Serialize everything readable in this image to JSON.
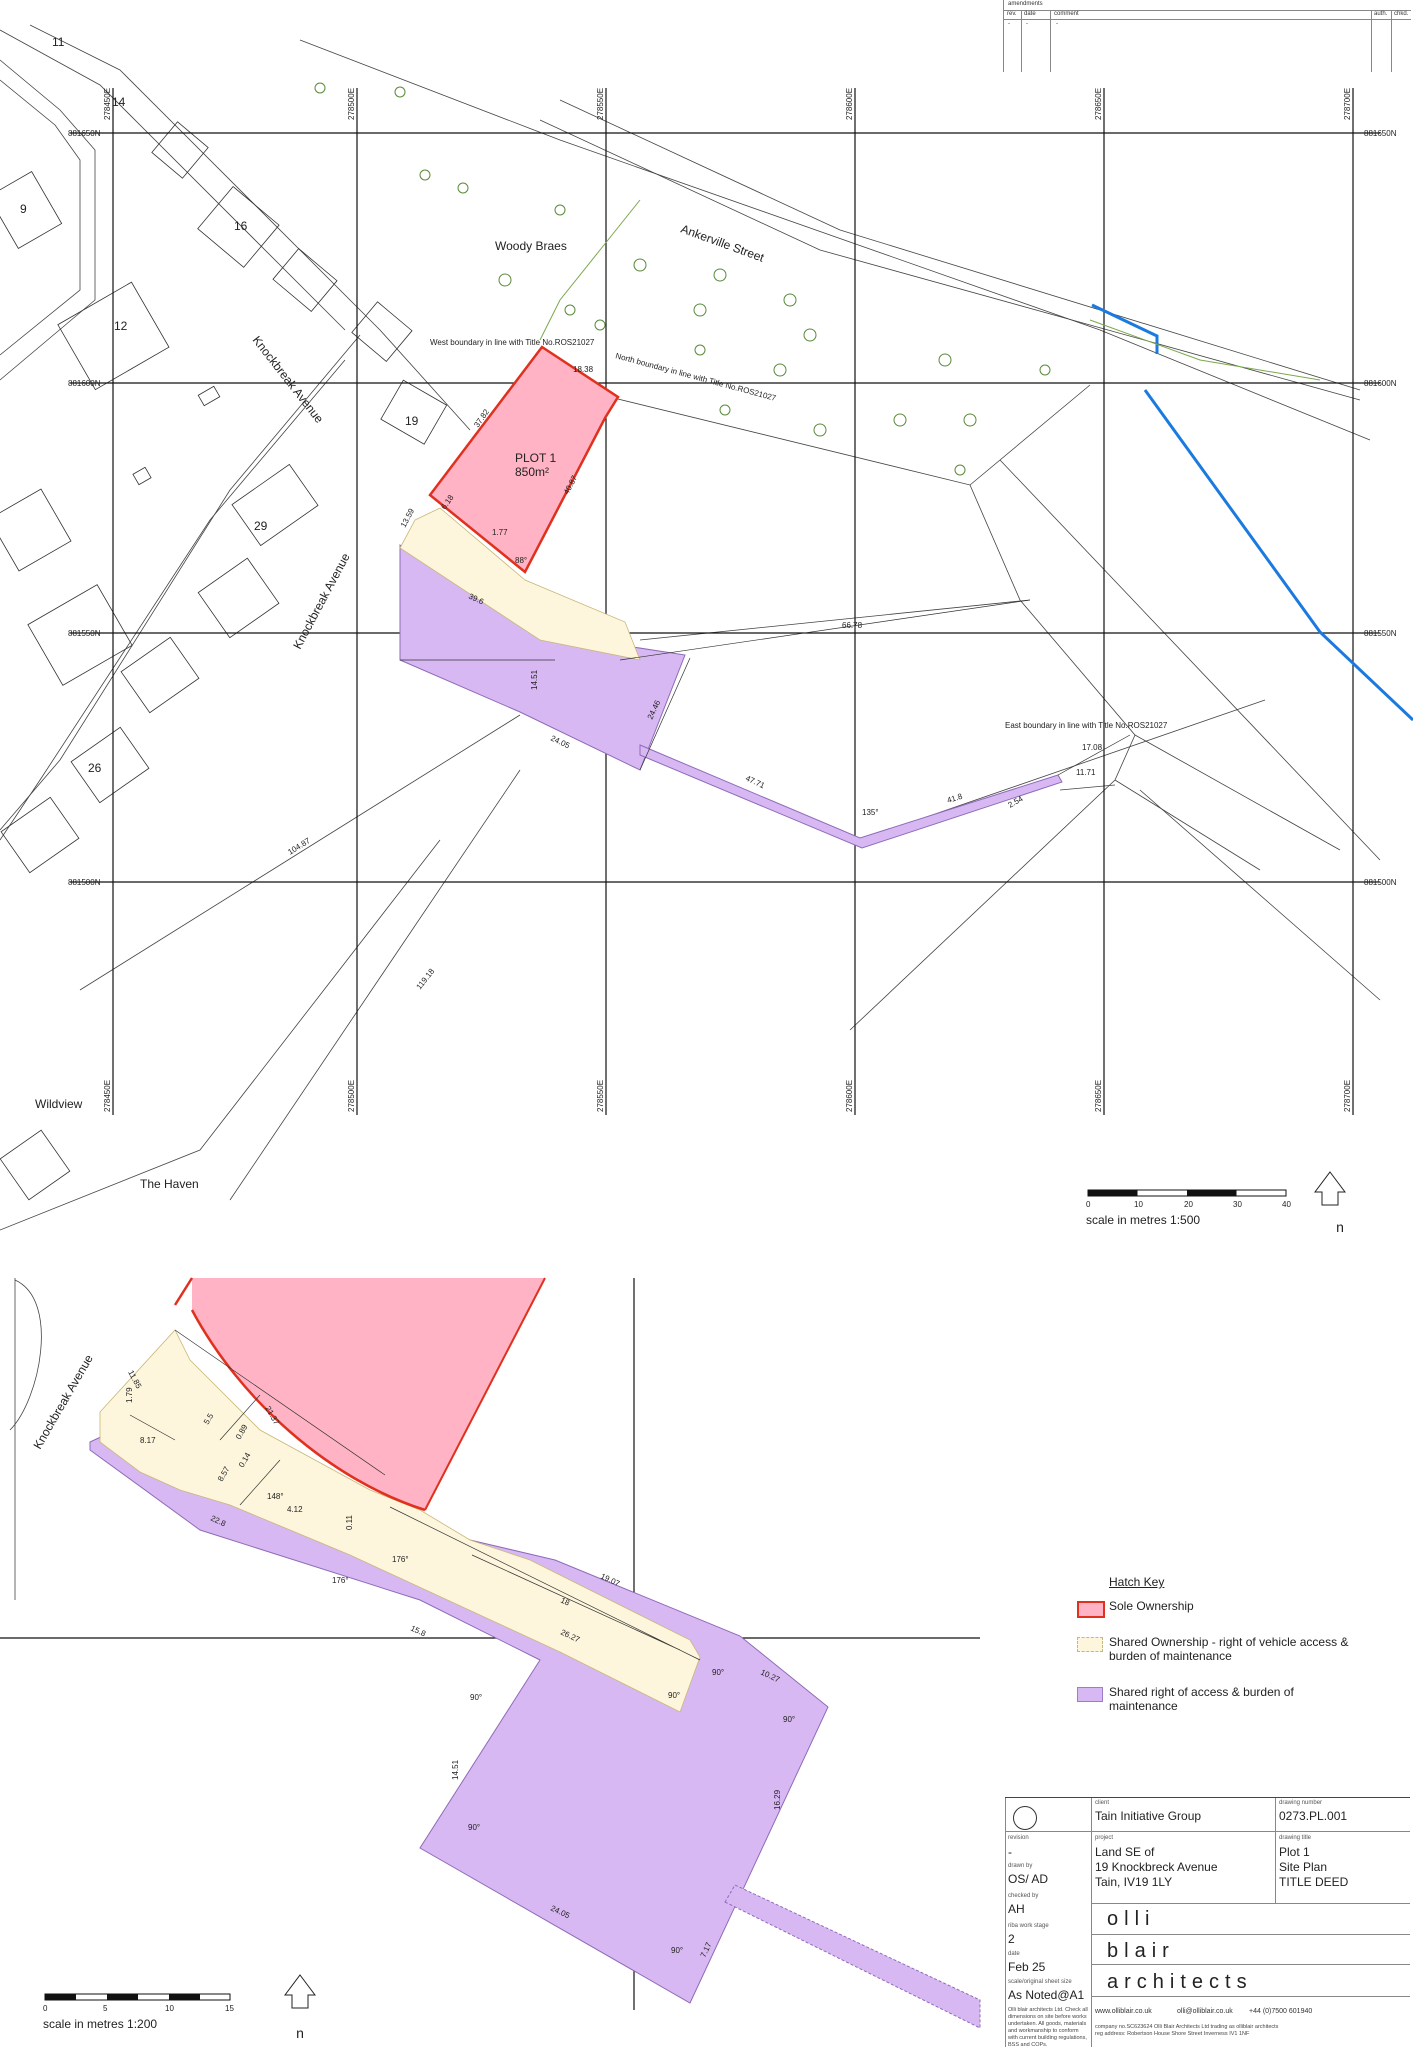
{
  "revision_table": {
    "title": "amendments",
    "cols": [
      "rev.",
      "date",
      "comment",
      "auth.",
      "chkd."
    ],
    "row": [
      "-",
      "-",
      "-"
    ]
  },
  "grid": {
    "eastings": [
      "278450E",
      "278500E",
      "278550E",
      "278600E",
      "278650E",
      "278700E"
    ],
    "northings": [
      "881650N",
      "881600N",
      "881550N",
      "881500N"
    ]
  },
  "map_labels": {
    "plots": [
      "11",
      "14",
      "9",
      "16",
      "12",
      "19",
      "29",
      "26"
    ],
    "woody_braes": "Woody Braes",
    "ankerville_street": "Ankerville Street",
    "knockbreck_avenue": "Knockbreak Avenue",
    "wildview": "Wildview",
    "the_haven": "The Haven",
    "plot_name": "PLOT 1",
    "plot_area": "850m²",
    "west_boundary": "West boundary in line with Title No.ROS21027",
    "north_boundary": "North boundary in line with Title No.ROS21027",
    "east_boundary": "East boundary in line with Title No.ROS21027"
  },
  "dimensions_top": [
    "18.38",
    "37.82",
    "40.87",
    "13.59",
    "39.6",
    "14.51",
    "24.46",
    "24.05",
    "47.71",
    "41.8",
    "66.78",
    "17.08",
    "11.71",
    "2.54",
    "104.87",
    "119.18",
    "135°",
    "88°",
    "6.18",
    "1.77"
  ],
  "scale_top": {
    "label": "scale in metres   1:500",
    "ticks": [
      "0",
      "10",
      "20",
      "30",
      "40"
    ]
  },
  "scale_bottom": {
    "label": "scale in metres   1:200",
    "ticks": [
      "0",
      "5",
      "10",
      "15"
    ]
  },
  "north": "n",
  "dimensions_bottom": [
    "11.85",
    "1.79",
    "8.17",
    "5.5",
    "21.37",
    "0.89",
    "0.14",
    "8.57",
    "148°",
    "4.12",
    "0.11",
    "22.8",
    "176°",
    "176°",
    "15.8",
    "26.27",
    "19.07",
    "18",
    "10.27",
    "90°",
    "90°",
    "14.51",
    "16.29",
    "24.05",
    "7.17",
    "90°",
    "90°",
    "90°",
    "90°"
  ],
  "hatch_key": {
    "title": "Hatch Key",
    "items": [
      {
        "label": "Sole Ownership",
        "fill": "#ffb3c4",
        "stroke": "#e0301e"
      },
      {
        "label": "Shared Ownership - right of vehicle access & burden of maintenance",
        "fill": "#fdf6dc",
        "stroke": "#c8b77a"
      },
      {
        "label": "Shared right of access & burden of maintenance",
        "fill": "#d8b8f2",
        "stroke": "#a07cc8"
      }
    ]
  },
  "title_block": {
    "client_label": "client",
    "client": "Tain Initiative Group",
    "drawing_number_label": "drawing number",
    "drawing_number": "0273.PL.001",
    "revision_label": "revision",
    "revision": "-",
    "project_label": "project",
    "project": [
      "Land SE of",
      "19 Knockbreck Avenue",
      "Tain, IV19 1LY"
    ],
    "drawing_title_label": "drawing title",
    "drawing_title": [
      "Plot 1",
      "Site Plan",
      "TITLE DEED"
    ],
    "drawn_by_label": "drawn by",
    "drawn_by": "OS/ AD",
    "checked_by_label": "checked by",
    "checked_by": "AH",
    "riba_label": "riba work stage",
    "riba": "2",
    "date_label": "date",
    "date": "Feb 25",
    "scale_label": "scale/original sheet size",
    "scale": "As Noted@A1",
    "brand": [
      "olli",
      "blair",
      "architects"
    ],
    "web": "www.olliblair.co.uk",
    "email": "olli@olliblair.co.uk",
    "phone": "+44 (0)7500 601940",
    "disclaimer": "Olli blair architects Ltd. Check all dimensions on site before works undertaken. All goods, materials and workmanship to conform with current building regulations, BSS and COPs.",
    "company": "company no.SC623624 Olli Blair Architects Ltd trading as olliblair architects",
    "address": "reg address: Robertson House Shore Street Inverness IV1 1NF"
  },
  "colors": {
    "sole": "#ffb3c4",
    "sole_stroke": "#e0301e",
    "shared_vehicle": "#fdf6dc",
    "shared_access": "#d8b8f2",
    "water": "#1a7ae0",
    "trees": "#5a8a3a"
  }
}
